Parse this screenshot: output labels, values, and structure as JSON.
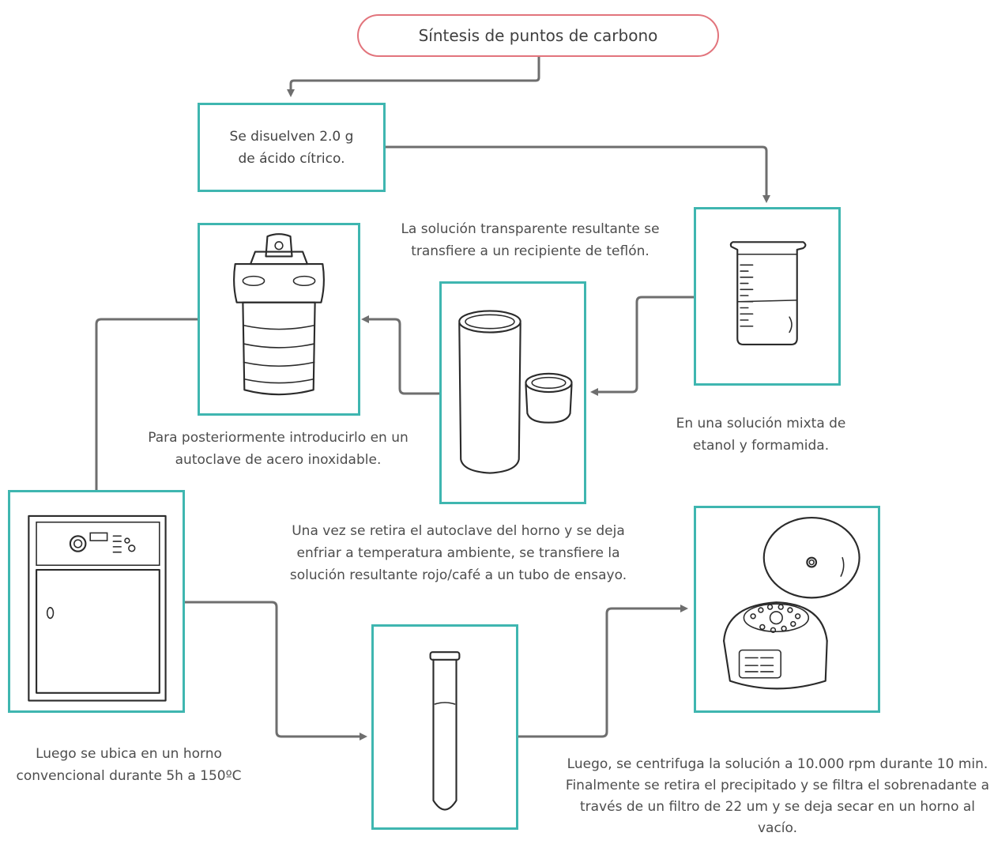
{
  "title": "Síntesis de puntos de carbono",
  "steps": {
    "dissolve": "Se disuelven 2.0 g de ácido cítrico.",
    "mixed_solution": "En una solución mixta de etanol y formamida.",
    "teflon": "La solución transparente resultante se transfiere a un recipiente de teflón.",
    "autoclave": "Para posteriormente introducirlo en un autoclave de acero inoxidable.",
    "oven": "Luego se ubica en un horno convencional durante 5h a 150ºC",
    "test_tube": "Una vez se retira el autoclave del horno y se deja enfriar a temperatura ambiente, se transfiere la solución resultante rojo/café a un tubo de ensayo.",
    "centrifuge": "Luego, se centrifuga la solución a 10.000 rpm durante 10 min. Finalmente se retira el precipitado y se filtra el sobrenadante a través de un filtro de 22 um y se deja secar en un horno al vacío."
  },
  "colors": {
    "box_border": "#3fb6b0",
    "title_border": "#e2747c",
    "connector": "#6e6e6e"
  },
  "icons": [
    "beaker-icon",
    "teflon-container-icon",
    "autoclave-icon",
    "oven-icon",
    "test-tube-icon",
    "centrifuge-icon"
  ]
}
